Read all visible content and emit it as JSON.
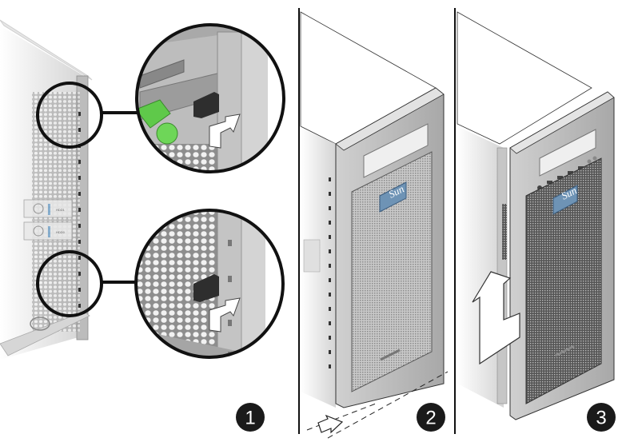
{
  "figure": {
    "description": "Removing the front bezel from a tower server",
    "panels": [
      {
        "id": 1,
        "step_label": "1",
        "content": "Side view of chassis with two magnified callouts showing dark latch tabs being released, with white arrows indicating direction",
        "callouts": [
          {
            "position": "upper",
            "details": "green latch and dark tab with white arrow"
          },
          {
            "position": "lower",
            "details": "dark tab on perforated panel with white arrow"
          }
        ],
        "drive_labels": [
          "HDD1",
          "HDD0"
        ]
      },
      {
        "id": 2,
        "step_label": "2",
        "content": "Tower server with front bezel attached, arrow at base pointing forward along dashed guide lines",
        "logo": "Sun"
      },
      {
        "id": 3,
        "step_label": "3",
        "content": "Front bezel swung outward and lifted upward away from chassis, large white arrow indicating upward motion",
        "logo": "Sun"
      }
    ],
    "colors": {
      "badge": "#1a1a1a",
      "latch_green": "#5fc94a",
      "logo_blue": "#6e93b5",
      "chassis_gray": "#b8b8b8",
      "outline": "#111111"
    }
  }
}
